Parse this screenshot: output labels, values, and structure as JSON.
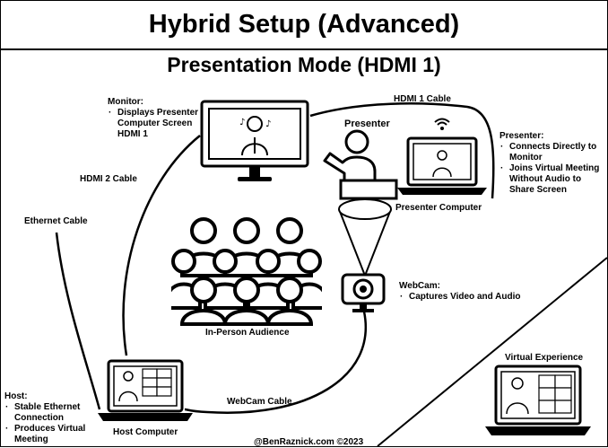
{
  "title": "Hybrid Setup (Advanced)",
  "subtitle": "Presentation Mode (HDMI 1)",
  "monitor": {
    "heading": "Monitor:",
    "bullets": [
      "Displays Presenter Computer Screen HDMI 1"
    ]
  },
  "presenter_note": {
    "heading": "Presenter:",
    "bullets": [
      "Connects Directly to Monitor",
      "Joins Virtual Meeting Without Audio to Share Screen"
    ]
  },
  "webcam": {
    "heading": "WebCam:",
    "bullets": [
      "Captures Video and Audio"
    ]
  },
  "host": {
    "heading": "Host:",
    "bullets": [
      "Stable Ethernet Connection",
      "Produces Virtual Meeting"
    ]
  },
  "labels": {
    "hdmi1_cable": "HDMI 1 Cable",
    "hdmi2_cable": "HDMI 2 Cable",
    "ethernet_cable": "Ethernet Cable",
    "webcam_cable": "WebCam Cable",
    "presenter": "Presenter",
    "presenter_computer": "Presenter Computer",
    "in_person_audience": "In-Person Audience",
    "host_computer": "Host Computer",
    "virtual_experience": "Virtual Experience",
    "credit": "@BenRaznick.com ©2023"
  }
}
